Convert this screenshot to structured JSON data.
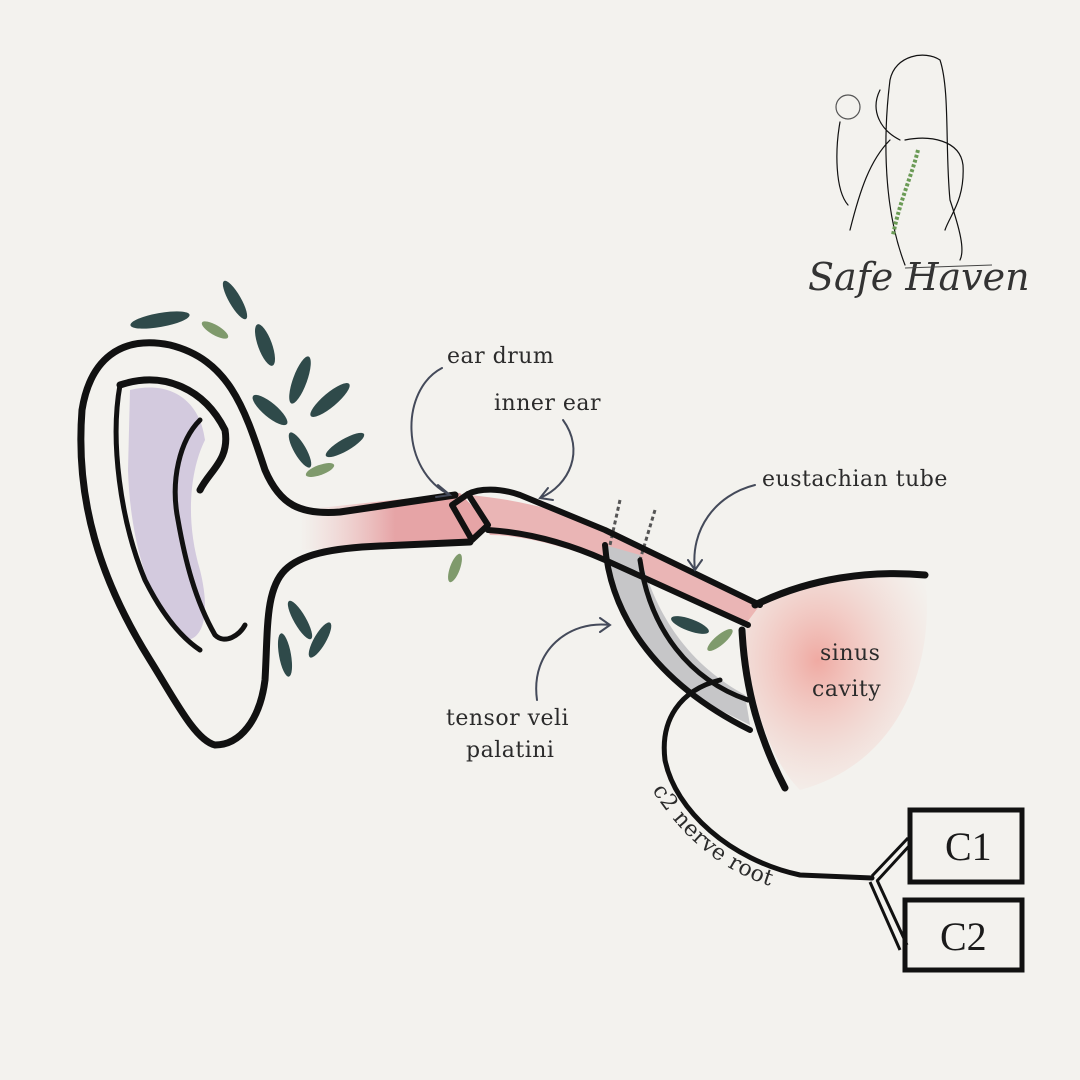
{
  "logo": {
    "text": "Safe Haven"
  },
  "labels": {
    "ear_drum": "ear drum",
    "inner_ear": "inner ear",
    "eustachian_tube": "eustachian tube",
    "sinus_line1": "sinus",
    "sinus_line2": "cavity",
    "tensor_line1": "tensor veli",
    "tensor_line2": "palatini",
    "nerve_root": "c2 nerve root"
  },
  "boxes": {
    "c1": "C1",
    "c2": "C2"
  },
  "colors": {
    "background": "#f3f2ee",
    "ink": "#111111",
    "canal_pink": "#e8a5a5",
    "ear_purple": "#c9bfd6",
    "leaf": "#2f4a4a"
  }
}
